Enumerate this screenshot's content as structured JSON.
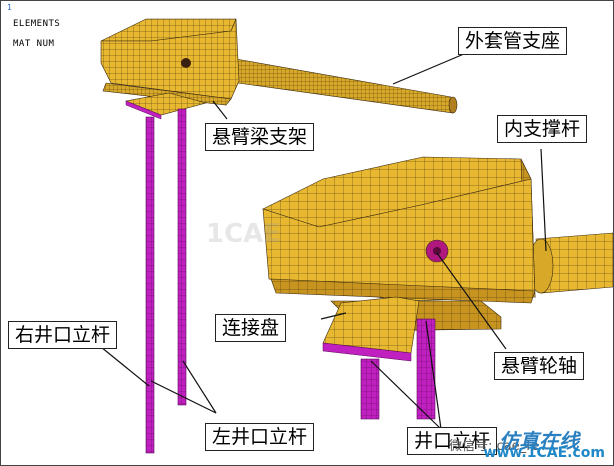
{
  "window_marker": "1",
  "header": {
    "line1": "ELEMENTS",
    "line2": "MAT  NUM"
  },
  "labels": {
    "outer_sleeve_support": "外套管支座",
    "cantilever_bracket": "悬臂梁支架",
    "inner_strut": "内支撑杆",
    "connecting_plate": "连接盘",
    "cantilever_shaft": "悬臂轮轴",
    "right_wellhead_pole": "右井口立杆",
    "left_wellhead_pole": "左井口立杆",
    "wellhead_pole_partial": "井口立杆"
  },
  "watermarks": {
    "ghost": "1CAE",
    "bottom_text": "微信号: cae_fe",
    "logo": "仿真在线",
    "site": "www.1CAE.com"
  },
  "colors": {
    "mesh_yellow": "#e8b830",
    "mesh_line": "#3a2a10",
    "pole_magenta": "#c020c0",
    "pole_dark": "#5a0a5a",
    "bolt_magenta": "#d02090"
  }
}
